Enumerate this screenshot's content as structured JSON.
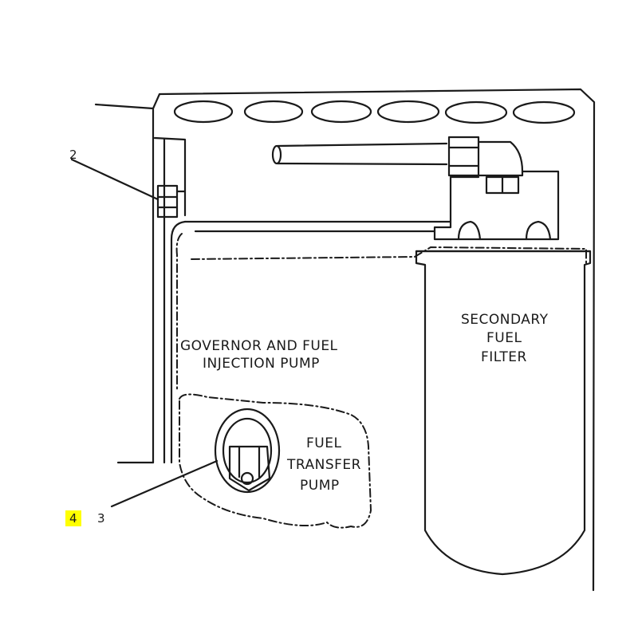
{
  "labels": {
    "governor_line1": "GOVERNOR AND FUEL",
    "governor_line2": "INJECTION PUMP",
    "filter_line1": "SECONDARY",
    "filter_line2": "FUEL",
    "filter_line3": "FILTER",
    "pump_line1": "FUEL",
    "pump_line2": "TRANSFER",
    "pump_line3": "PUMP"
  },
  "callouts": {
    "c2": "2",
    "c3": "3",
    "highlight": "4"
  },
  "colors": {
    "highlight": "#ffff00",
    "ink": "#1a1a1a"
  }
}
